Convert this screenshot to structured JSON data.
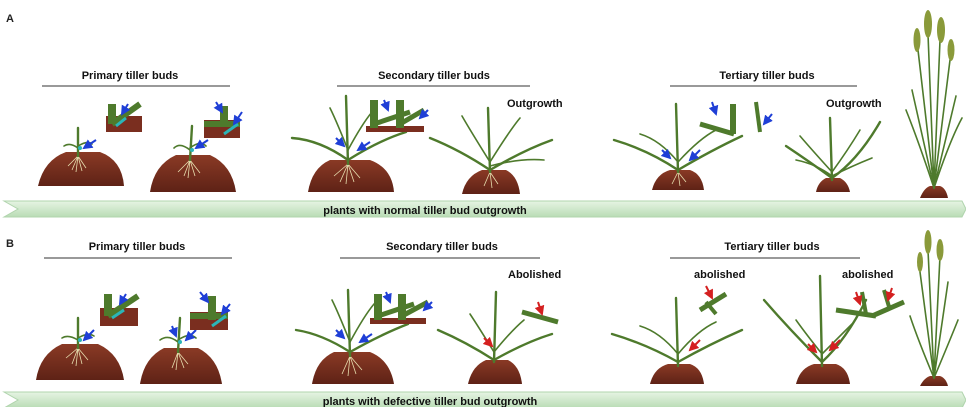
{
  "panels": [
    {
      "letter": "A",
      "headers": {
        "primary": "Primary tiller buds",
        "secondary": "Secondary tiller buds",
        "tertiary": "Tertiary tiller buds"
      },
      "labels": {
        "secondary": "Outgrowth",
        "tertiary": "Outgrowth"
      },
      "banner": "plants with normal tiller bud outgrowth"
    },
    {
      "letter": "B",
      "headers": {
        "primary": "Primary tiller buds",
        "secondary": "Secondary tiller buds",
        "tertiary": "Tertiary tiller buds"
      },
      "labels": {
        "secondary": "Abolished",
        "tertiary_left": "abolished",
        "tertiary_right": "abolished"
      },
      "banner": "plants with defective tiller bud outgrowth"
    }
  ],
  "colors": {
    "soil": "#7a2e1f",
    "leaf": "#4e7a2c",
    "bud_cyan": "#2bb5b8",
    "arrow_blue": "#1f3fd6",
    "arrow_red": "#d42020",
    "banner_fill": "#cfe8cc"
  }
}
